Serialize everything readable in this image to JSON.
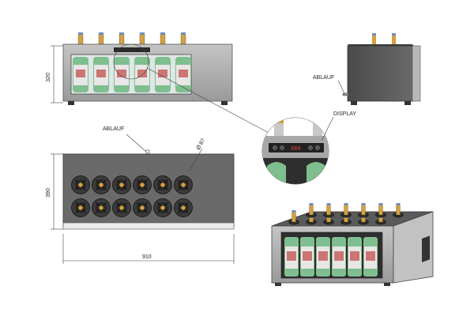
{
  "labels": {
    "height_dim": "320",
    "depth_dim": "390",
    "width_dim": "910",
    "diameter": "Ø 87",
    "drain_side": "ABLAUF",
    "drain_top": "ABLAUF",
    "display": "DISPLAY",
    "display_readout": "888"
  },
  "colors": {
    "steel": "#a8a8a8",
    "dark_body": "#555555",
    "well": "#2a2a2a",
    "bottle_green": "#7fbf8f",
    "bottle_label": "#e9e6e6",
    "label_red": "#c0504d",
    "cap_gold": "#d4a040",
    "cap_blue": "#6f8fb8"
  }
}
